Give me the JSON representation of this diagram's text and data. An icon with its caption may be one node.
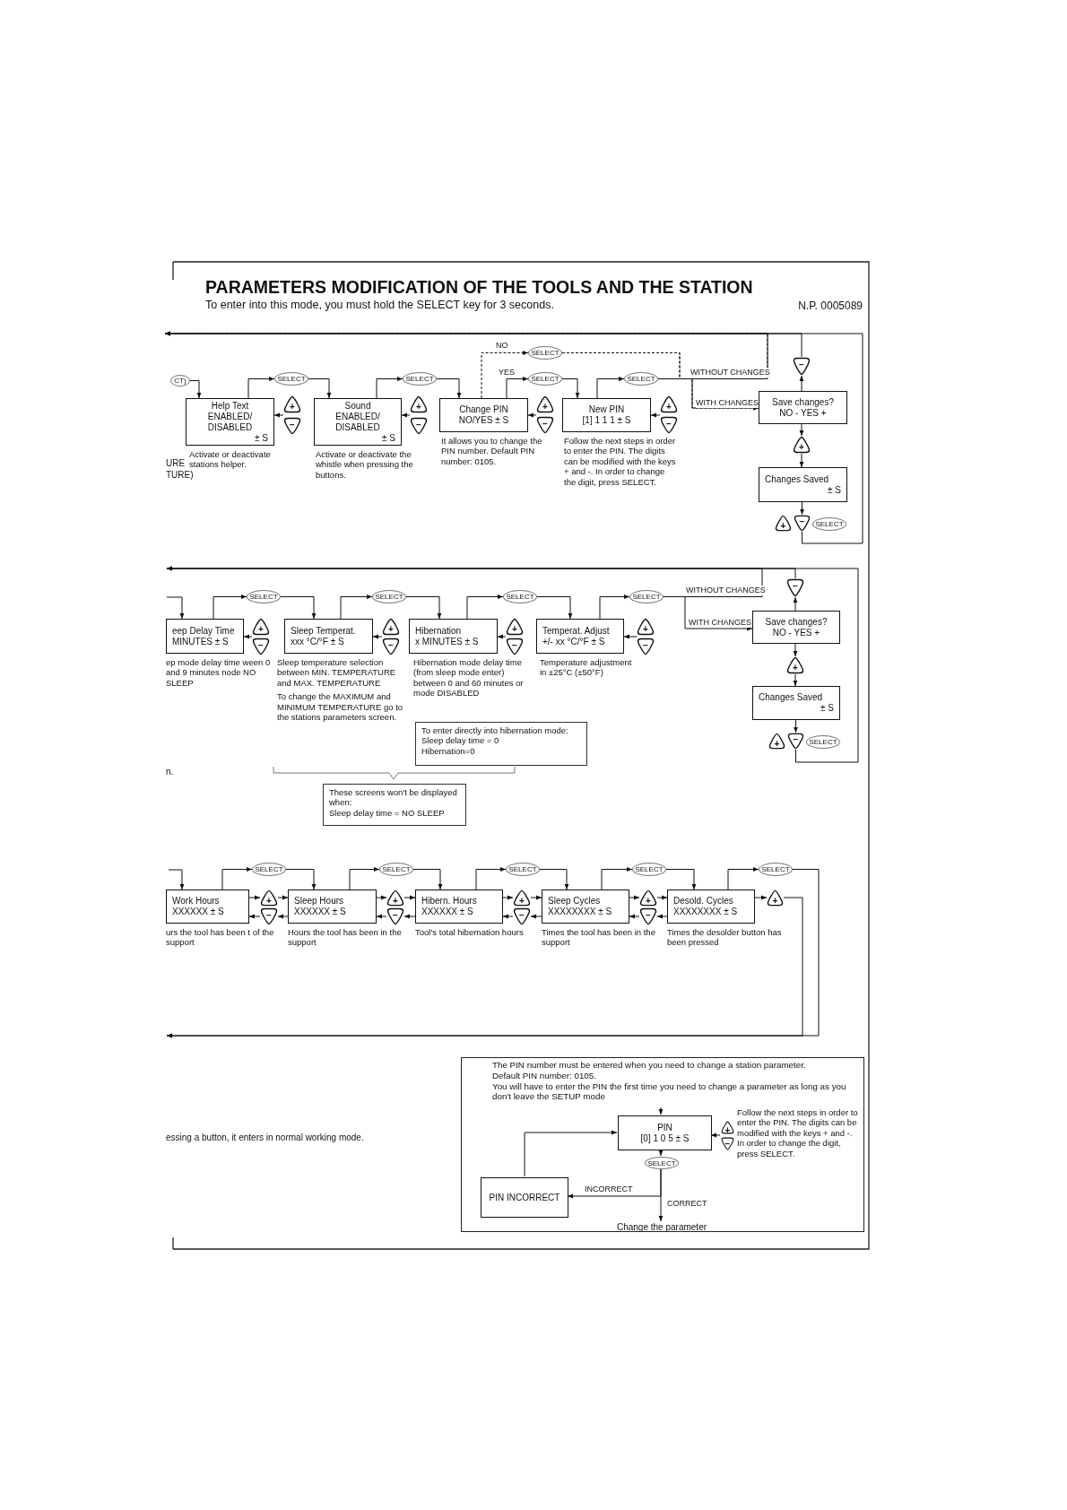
{
  "diagram": {
    "title": "PARAMETERS MODIFICATION OF THE TOOLS AND THE STATION",
    "nodes": [
      {
        "text": [
          "CT)"
        ]
      },
      {
        "text": [
          "Help Text",
          "ENABLED/ DISABLED",
          "± S"
        ],
        "beside": [
          "Activate or deactivate stations helper."
        ]
      },
      {
        "text": [
          "SELECT"
        ]
      },
      {
        "text": [
          "+"
        ]
      },
      {
        "text": [
          "−"
        ]
      },
      {
        "text": [
          "Sound",
          "ENABLED/ DISABLED",
          "± S"
        ],
        "beside": [
          "Activate or deactivate the whistle when pressing the buttons."
        ]
      },
      {
        "text": [
          "SELECT"
        ]
      },
      {
        "text": [
          "+"
        ]
      },
      {
        "text": [
          "−"
        ]
      },
      {
        "text": [
          "SELECT"
        ]
      },
      {
        "text": [
          "Change PIN",
          "NO/YES ± S"
        ],
        "beside": [
          "It allows you to change the PIN number. Default PIN number: 0105."
        ]
      },
      {
        "text": [
          "SELECT"
        ]
      },
      {
        "text": [
          "+"
        ]
      },
      {
        "text": [
          "−"
        ]
      },
      {
        "text": [
          "New PIN",
          "[1] 1 1 1 ± S"
        ],
        "beside": [
          "Follow the next steps in order to enter the PIN. The digits can be modified with the keys + and -. In order to change the digit, press SELECT."
        ]
      },
      {
        "text": [
          "SELECT"
        ]
      },
      {
        "text": [
          "+"
        ]
      },
      {
        "text": [
          "−"
        ]
      },
      {
        "text": [
          "−"
        ]
      },
      {
        "text": [
          "Save changes?",
          "NO - YES +"
        ]
      },
      {
        "text": [
          "+"
        ]
      },
      {
        "text": [
          "Changes Saved",
          "± S"
        ]
      },
      {
        "text": [
          "+"
        ]
      },
      {
        "text": [
          "−"
        ]
      },
      {
        "text": [
          "SELECT"
        ]
      },
      {
        "text": [
          "eep Delay Time",
          "MINUTES ± S"
        ],
        "beside": [
          "ep mode delay time ween 0 and 9 minutes node NO SLEEP"
        ]
      },
      {
        "text": [
          "SELECT"
        ]
      },
      {
        "text": [
          "+"
        ]
      },
      {
        "text": [
          "−"
        ]
      },
      {
        "text": [
          "Sleep Temperat.",
          "xxx °C/°F ± S"
        ],
        "beside": [
          "Sleep temperature selection between MIN. TEMPERATURE and MAX. TEMPERATURE",
          "To change the MAXIMUM and MINIMUM TEMPERATURE go to the stations parameters screen."
        ]
      },
      {
        "text": [
          "SELECT"
        ]
      },
      {
        "text": [
          "+"
        ]
      },
      {
        "text": [
          "−"
        ]
      },
      {
        "text": [
          "Hibernation",
          "x MINUTES ± S"
        ],
        "beside": [
          "Hibernation mode delay time (from sleep mode enter) between 0 and 60 minutes or mode DISABLED"
        ]
      },
      {
        "text": [
          "SELECT"
        ]
      },
      {
        "text": [
          "+"
        ]
      },
      {
        "text": [
          "−"
        ]
      },
      {
        "text": [
          "Temperat. Adjust",
          "+/- xx °C/°F ± S"
        ],
        "beside": [
          "Temperature adjustment in ±25°C (±50°F)"
        ]
      },
      {
        "text": [
          "SELECT"
        ]
      },
      {
        "text": [
          "+"
        ]
      },
      {
        "text": [
          "−"
        ]
      },
      {
        "text": [
          "−"
        ]
      },
      {
        "text": [
          "Save changes?",
          "NO - YES +"
        ]
      },
      {
        "text": [
          "+"
        ]
      },
      {
        "text": [
          "Changes Saved",
          "± S"
        ]
      },
      {
        "text": [
          "+"
        ]
      },
      {
        "text": [
          "−"
        ]
      },
      {
        "text": [
          "SELECT"
        ]
      },
      {
        "text": [
          "To enter directly into hibernation mode:",
          "Sleep delay time = 0",
          "Hibernation=0"
        ]
      },
      {
        "text": [
          "These screens won't be displayed when:",
          "Sleep delay time = NO SLEEP"
        ]
      },
      {
        "text": [
          "Work Hours",
          "XXXXXX ± S"
        ],
        "beside": [
          "urs the tool has been t of the support"
        ]
      },
      {
        "text": [
          "SELECT"
        ]
      },
      {
        "text": [
          "+"
        ]
      },
      {
        "text": [
          "−"
        ]
      },
      {
        "text": [
          "Sleep Hours",
          "XXXXXX ± S"
        ],
        "beside": [
          "Hours the tool has been in the support"
        ]
      },
      {
        "text": [
          "SELECT"
        ]
      },
      {
        "text": [
          "+"
        ]
      },
      {
        "text": [
          "−"
        ]
      },
      {
        "text": [
          "Hibern. Hours",
          "XXXXXX ± S"
        ],
        "beside": [
          "Tool's total hibernation hours"
        ]
      },
      {
        "text": [
          "SELECT"
        ]
      },
      {
        "text": [
          "+"
        ]
      },
      {
        "text": [
          "−"
        ]
      },
      {
        "text": [
          "Sleep Cycles",
          "XXXXXXXX ± S"
        ],
        "beside": [
          "Times the tool has been in the support"
        ]
      },
      {
        "text": [
          "SELECT"
        ]
      },
      {
        "text": [
          "+"
        ]
      },
      {
        "text": [
          "−"
        ]
      },
      {
        "text": [
          "Desold. Cycles",
          "XXXXXXXX ± S"
        ],
        "beside": [
          "Times the desolder button has been pressed"
        ]
      },
      {
        "text": [
          "SELECT"
        ]
      },
      {
        "text": [
          "+"
        ]
      },
      {
        "text": [],
        "shape": "box"
      },
      {
        "text": [
          "The PIN number must be entered when you need to change a station parameter.",
          "Default PIN number: 0105.",
          "You will have to enter the PIN the first time you need to change a parameter as long as you don't leave the SETUP mode"
        ],
        "in": 69
      },
      {
        "text": [
          "PIN",
          "[0] 1 0 5 ± S"
        ],
        "in": 69
      },
      {
        "text": [
          "+"
        ],
        "in": 69
      },
      {
        "text": [
          "−"
        ],
        "in": 69
      },
      {
        "text": [
          "SELECT"
        ],
        "in": 69
      },
      {
        "text": [
          "PIN INCORRECT"
        ],
        "in": 69
      },
      {
        "text": [
          "Change the parameter"
        ],
        "in": 69
      }
    ],
    "edges": [
      {
        "from": 0,
        "to": 1,
        "arrow": "to"
      },
      {
        "from": 1,
        "to": 2,
        "arrow": "to"
      },
      {
        "from": 2,
        "to": 5,
        "arrow": "to"
      },
      {
        "from": 3,
        "to": 1,
        "arrow": "to"
      },
      {
        "from": 4,
        "to": 1,
        "arrow": "to"
      },
      {
        "from": 5,
        "to": 6,
        "arrow": "to"
      },
      {
        "from": 6,
        "to": 10,
        "arrow": "to"
      },
      {
        "from": 7,
        "to": 5,
        "arrow": "to"
      },
      {
        "from": 8,
        "to": 5,
        "arrow": "to"
      },
      {
        "from": 10,
        "to": 9,
        "arrow": "to",
        "label": "NO",
        "style": "dashed"
      },
      {
        "from": 9,
        "to": null,
        "arrow": "to",
        "style": "dashed"
      },
      {
        "from": 10,
        "to": 11,
        "arrow": "to",
        "label": "YES"
      },
      {
        "from": 11,
        "to": 14,
        "arrow": "to"
      },
      {
        "from": 12,
        "to": 10,
        "arrow": "to"
      },
      {
        "from": 13,
        "to": 10,
        "arrow": "to"
      },
      {
        "from": 14,
        "to": 15,
        "arrow": "to"
      },
      {
        "from": 15,
        "to": 19,
        "arrow": "to",
        "label": "WITH CHANGES"
      },
      {
        "from": 15,
        "to": null,
        "arrow": "to",
        "label": "WITHOUT CHANGES"
      },
      {
        "from": 16,
        "to": 14,
        "arrow": "to"
      },
      {
        "from": 17,
        "to": 14,
        "arrow": "to"
      },
      {
        "from": 19,
        "to": 18,
        "arrow": "to"
      },
      {
        "from": 18,
        "to": null,
        "arrow": "to"
      },
      {
        "from": 19,
        "to": 20,
        "arrow": "to"
      },
      {
        "from": 20,
        "to": 21,
        "arrow": "to"
      },
      {
        "from": 21,
        "to": 23,
        "arrow": "to"
      },
      {
        "from": 23,
        "to": null,
        "arrow": "none"
      },
      {
        "from": null,
        "to": 25,
        "arrow": "to"
      },
      {
        "from": 25,
        "to": 26,
        "arrow": "to"
      },
      {
        "from": 26,
        "to": 29,
        "arrow": "to"
      },
      {
        "from": 27,
        "to": 25,
        "arrow": "to"
      },
      {
        "from": 28,
        "to": 25,
        "arrow": "to"
      },
      {
        "from": 29,
        "to": 30,
        "arrow": "to"
      },
      {
        "from": 30,
        "to": 33,
        "arrow": "to"
      },
      {
        "from": 31,
        "to": 29,
        "arrow": "to"
      },
      {
        "from": 32,
        "to": 29,
        "arrow": "to"
      },
      {
        "from": 33,
        "to": 34,
        "arrow": "to"
      },
      {
        "from": 34,
        "to": 37,
        "arrow": "to"
      },
      {
        "from": 35,
        "to": 33,
        "arrow": "to"
      },
      {
        "from": 36,
        "to": 33,
        "arrow": "to"
      },
      {
        "from": 37,
        "to": 38,
        "arrow": "to"
      },
      {
        "from": 38,
        "to": 42,
        "arrow": "to",
        "label": "WITH CHANGES"
      },
      {
        "from": 38,
        "to": null,
        "arrow": "to",
        "label": "WITHOUT CHANGES"
      },
      {
        "from": 39,
        "to": 37,
        "arrow": "to"
      },
      {
        "from": 40,
        "to": 37,
        "arrow": "to"
      },
      {
        "from": 42,
        "to": 41,
        "arrow": "to"
      },
      {
        "from": 41,
        "to": null,
        "arrow": "to"
      },
      {
        "from": 42,
        "to": 43,
        "arrow": "to"
      },
      {
        "from": 43,
        "to": 44,
        "arrow": "to"
      },
      {
        "from": 44,
        "to": 46,
        "arrow": "to"
      },
      {
        "from": 46,
        "to": null,
        "arrow": "none"
      },
      {
        "from": null,
        "to": 50,
        "arrow": "to"
      },
      {
        "from": 50,
        "to": 51,
        "arrow": "to"
      },
      {
        "from": 51,
        "to": 54,
        "arrow": "to"
      },
      {
        "from": 50,
        "to": 52,
        "arrow": "to"
      },
      {
        "from": 52,
        "to": 54,
        "arrow": "to"
      },
      {
        "from": 54,
        "to": 53,
        "arrow": "to"
      },
      {
        "from": 53,
        "to": 50,
        "arrow": "to"
      },
      {
        "from": 54,
        "to": 55,
        "arrow": "to"
      },
      {
        "from": 55,
        "to": 58,
        "arrow": "to"
      },
      {
        "from": 54,
        "to": 56,
        "arrow": "to"
      },
      {
        "from": 56,
        "to": 58,
        "arrow": "to"
      },
      {
        "from": 58,
        "to": 57,
        "arrow": "to"
      },
      {
        "from": 57,
        "to": 54,
        "arrow": "to"
      },
      {
        "from": 58,
        "to": 59,
        "arrow": "to"
      },
      {
        "from": 59,
        "to": 62,
        "arrow": "to"
      },
      {
        "from": 58,
        "to": 60,
        "arrow": "to"
      },
      {
        "from": 60,
        "to": 62,
        "arrow": "to"
      },
      {
        "from": 62,
        "to": 61,
        "arrow": "to"
      },
      {
        "from": 61,
        "to": 58,
        "arrow": "to"
      },
      {
        "from": 62,
        "to": 63,
        "arrow": "to"
      },
      {
        "from": 63,
        "to": 66,
        "arrow": "to"
      },
      {
        "from": 62,
        "to": 64,
        "arrow": "to"
      },
      {
        "from": 64,
        "to": 66,
        "arrow": "to"
      },
      {
        "from": 66,
        "to": 65,
        "arrow": "to"
      },
      {
        "from": 65,
        "to": 62,
        "arrow": "to"
      },
      {
        "from": 66,
        "to": 67,
        "arrow": "to"
      },
      {
        "from": 67,
        "to": null,
        "arrow": "to"
      },
      {
        "from": 66,
        "to": 68,
        "arrow": "to"
      },
      {
        "from": 68,
        "to": null,
        "arrow": "to"
      },
      {
        "from": 70,
        "to": 71,
        "arrow": "to"
      },
      {
        "from": 71,
        "to": 74,
        "arrow": "to"
      },
      {
        "from": 72,
        "to": 71,
        "arrow": "to"
      },
      {
        "from": 73,
        "to": 71,
        "arrow": "to"
      },
      {
        "from": 74,
        "to": 75,
        "arrow": "to",
        "label": "INCORRECT"
      },
      {
        "from": 74,
        "to": 76,
        "arrow": "to",
        "label": "CORRECT"
      },
      {
        "from": 75,
        "to": 71,
        "arrow": "to"
      },
      {
        "from": 9,
        "to": 19,
        "arrow": "to",
        "style": "dashed"
      }
    ],
    "labels": [
      "To enter into this mode, you must hold the SELECT key for 3 seconds.",
      "N.P. 0005089",
      "URE",
      "TURE)",
      "n.",
      "Follow the next steps in order to enter the PIN. The digits can be modified with the keys + and -. In order to change the digit, press SELECT.",
      "essing a button, it enters in normal working mode."
    ]
  }
}
